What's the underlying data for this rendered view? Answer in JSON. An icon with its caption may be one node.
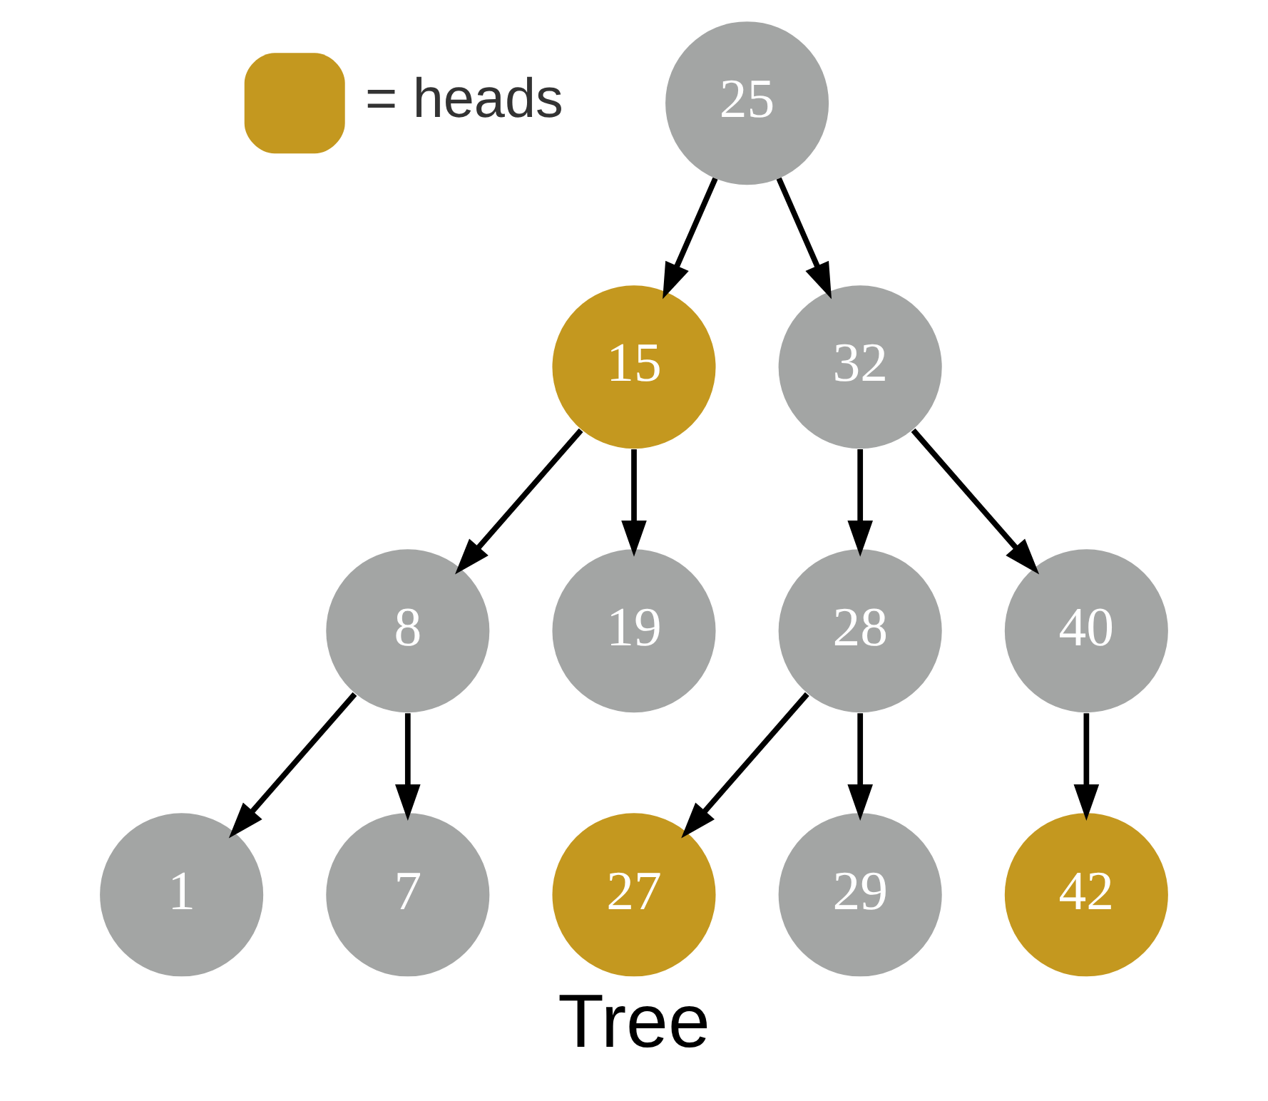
{
  "diagram": {
    "caption": "Tree",
    "nodes": [
      {
        "text": [
          "25"
        ]
      },
      {
        "text": [
          "15"
        ]
      },
      {
        "text": [
          "32"
        ]
      },
      {
        "text": [
          "8"
        ]
      },
      {
        "text": [
          "19"
        ]
      },
      {
        "text": [
          "28"
        ]
      },
      {
        "text": [
          "40"
        ]
      },
      {
        "text": [
          "1"
        ]
      },
      {
        "text": [
          "7"
        ]
      },
      {
        "text": [
          "27"
        ]
      },
      {
        "text": [
          "29"
        ]
      },
      {
        "text": [
          "42"
        ]
      }
    ],
    "edges": [
      {
        "from": 0,
        "to": 1,
        "arrow": "to"
      },
      {
        "from": 0,
        "to": 2,
        "arrow": "to"
      },
      {
        "from": 1,
        "to": 3,
        "arrow": "to"
      },
      {
        "from": 1,
        "to": 4,
        "arrow": "to"
      },
      {
        "from": 2,
        "to": 5,
        "arrow": "to"
      },
      {
        "from": 2,
        "to": 6,
        "arrow": "to"
      },
      {
        "from": 3,
        "to": 7,
        "arrow": "to"
      },
      {
        "from": 3,
        "to": 8,
        "arrow": "to"
      },
      {
        "from": 5,
        "to": 9,
        "arrow": "to"
      },
      {
        "from": 5,
        "to": 10,
        "arrow": "to"
      },
      {
        "from": 6,
        "to": 11,
        "arrow": "to"
      }
    ],
    "legend": [
      {
        "text": "= heads",
        "color": "#c4981f"
      }
    ]
  }
}
